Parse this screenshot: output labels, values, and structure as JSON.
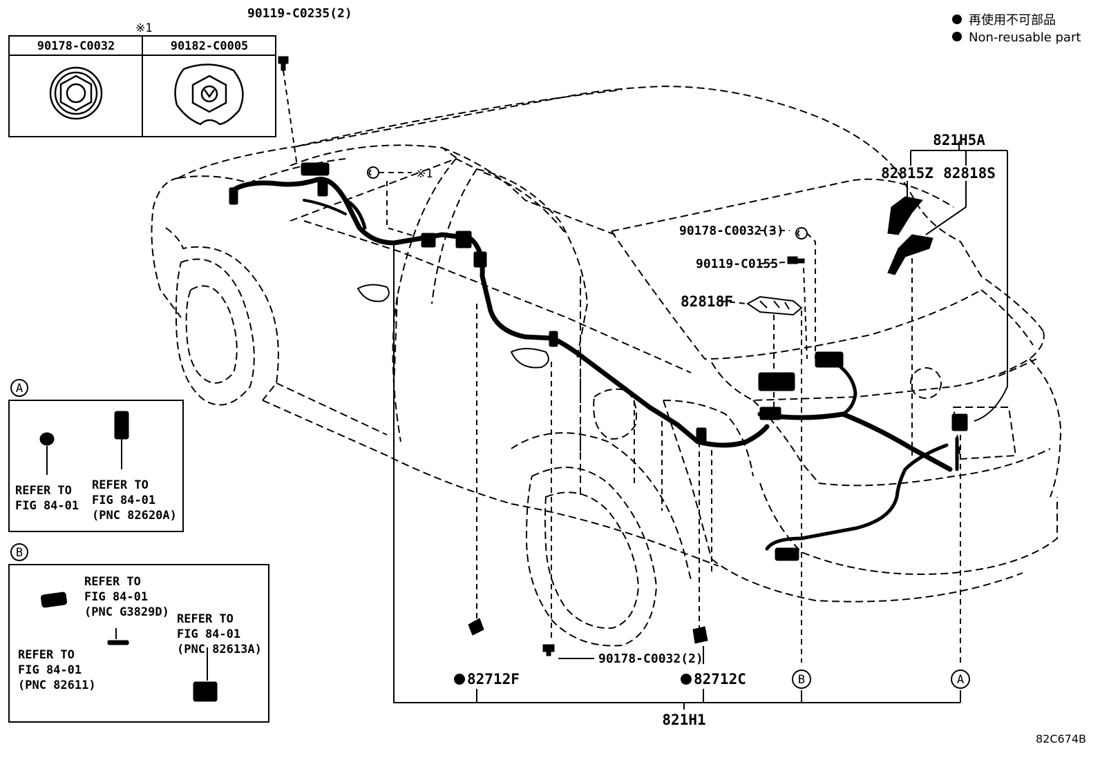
{
  "legend": {
    "line_ja": "再使用不可部品",
    "line_en": "Non-reusable part"
  },
  "inset_top": {
    "marker": "※1",
    "left_part": "90178-C0032",
    "right_part": "90182-C0005"
  },
  "inset_a": {
    "circle": "A",
    "left_ref": [
      "REFER TO",
      "FIG 84-01"
    ],
    "right_ref": [
      "REFER TO",
      "FIG 84-01",
      "(PNC 82620A)"
    ]
  },
  "inset_b": {
    "circle": "B",
    "top_ref": [
      "REFER TO",
      "FIG 84-01",
      "(PNC G3829D)"
    ],
    "left_ref": [
      "REFER TO",
      "FIG 84-01",
      "(PNC 82611)"
    ],
    "right_ref": [
      "REFER TO",
      "FIG 84-01",
      "(PNC 82613A)"
    ]
  },
  "labels": {
    "bolt_top": "90119-C0235(2)",
    "clip_marker": "※1",
    "assembly_rear": "821H5A",
    "part_82815z": "82815Z",
    "part_82818s": "82818S",
    "nut_3": "90178-C0032(3)",
    "bolt_c0155": "90119-C0155",
    "part_82818f": "82818F",
    "nut_2": "90178-C0032(2)",
    "part_82712f": "82712F",
    "part_82712c": "82712C",
    "circle_b": "B",
    "circle_a": "A",
    "assembly_main": "821H1",
    "diagram_code": "82C674B"
  }
}
